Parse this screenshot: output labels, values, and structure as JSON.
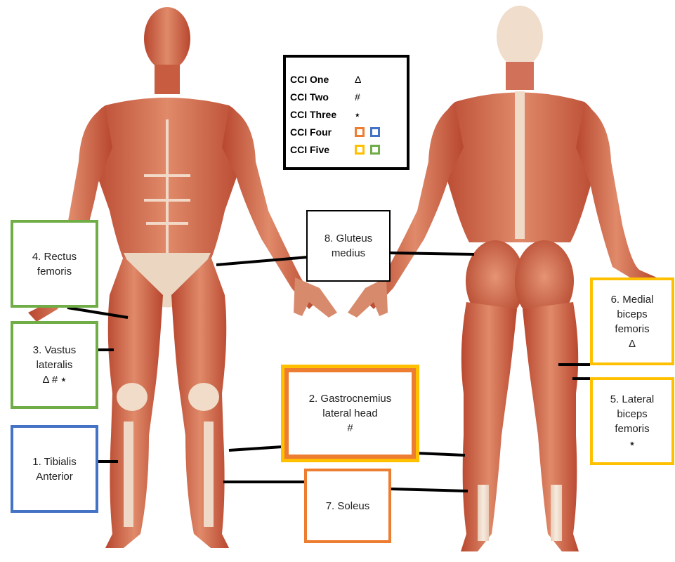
{
  "legend": {
    "rows": [
      {
        "label": "CCI One",
        "symbol": "Δ"
      },
      {
        "label": "CCI Two",
        "symbol": "#"
      },
      {
        "label": "CCI Three",
        "symbol": "٭"
      },
      {
        "label": "CCI Four",
        "symbol": "",
        "colors": [
          "#ED7D31",
          "#4472C4"
        ]
      },
      {
        "label": "CCI Five",
        "symbol": "",
        "colors": [
          "#FFC000",
          "#70AD47"
        ]
      }
    ]
  },
  "labels": {
    "rectus_femoris": "4. Rectus\nfemoris",
    "vastus_lateralis": "3. Vastus\nlateralis\nΔ # ٭",
    "tibialis_anterior": "1. Tibialis\nAnterior",
    "gluteus_medius": "8. Gluteus\nmedius",
    "gastrocnemius": "2. Gastrocnemius\nlateral head\n#",
    "soleus": "7. Soleus",
    "medial_biceps": "6. Medial\nbiceps\nfemoris\nΔ",
    "lateral_biceps": "5. Lateral\nbiceps\nfemoris\n٭"
  },
  "colors": {
    "orange": "#ED7D31",
    "blue": "#4472C4",
    "yellow": "#FFC000",
    "green": "#70AD47",
    "black": "#000000",
    "skin": "#D9876A",
    "muscle": "#C8553D"
  }
}
